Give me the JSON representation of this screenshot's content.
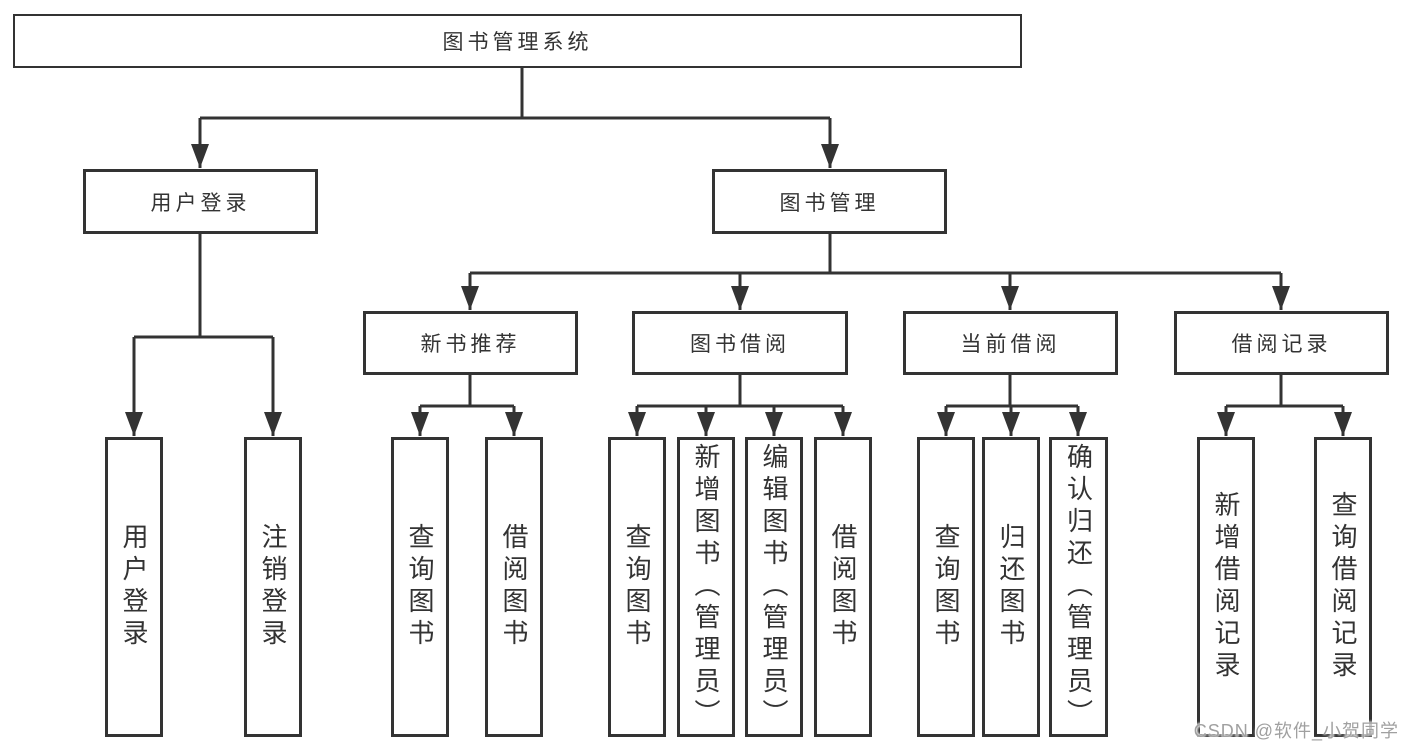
{
  "tree": {
    "root": {
      "label": "图书管理系统"
    },
    "user_login": {
      "label": "用户登录",
      "children": [
        "用户登录",
        "注销登录"
      ]
    },
    "book_mgmt": {
      "label": "图书管理"
    },
    "new_book": {
      "label": "新书推荐",
      "children": [
        "查询图书",
        "借阅图书"
      ]
    },
    "book_borrow": {
      "label": "图书借阅",
      "children": [
        "查询图书",
        "新增图书（管理员）",
        "编辑图书（管理员）",
        "借阅图书"
      ]
    },
    "current_borrow": {
      "label": "当前借阅",
      "children": [
        "查询图书",
        "归还图书",
        "确认归还（管理员）"
      ]
    },
    "borrow_records": {
      "label": "借阅记录",
      "children": [
        "新增借阅记录",
        "查询借阅记录"
      ]
    }
  },
  "watermark": "CSDN @软件_小贺同学",
  "colors": {
    "line": "#333333",
    "box_border": "#333333",
    "text": "#333333",
    "background": "#ffffff",
    "watermark": "#a0a0a0"
  }
}
